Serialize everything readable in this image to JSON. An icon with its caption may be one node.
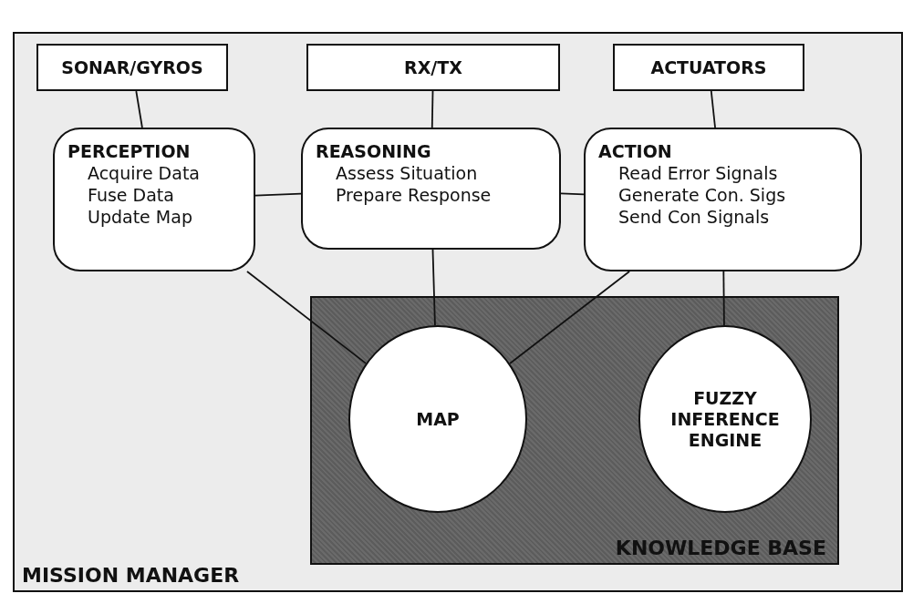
{
  "diagram": {
    "nodes": [
      {
        "text": [
          "MISSION MANAGER"
        ]
      },
      {
        "text": [
          "SONAR/GYROS"
        ],
        "in": 0
      },
      {
        "text": [
          "RX/TX"
        ],
        "in": 0
      },
      {
        "text": [
          "ACTUATORS"
        ],
        "in": 0
      },
      {
        "text": [
          "PERCEPTION",
          "Acquire Data",
          "Fuse Data",
          "Update Map"
        ],
        "in": 0
      },
      {
        "text": [
          "REASONING",
          "Assess Situation",
          "Prepare Response"
        ],
        "in": 0
      },
      {
        "text": [
          "ACTION",
          "Read Error Signals",
          "Generate Con. Sigs",
          "Send Con Signals"
        ],
        "in": 0
      },
      {
        "text": [
          "KNOWLEDGE BASE"
        ],
        "in": 0
      },
      {
        "text": [
          "MAP"
        ],
        "in": 7
      },
      {
        "text": [
          "FUZZY INFERENCE ENGINE"
        ],
        "in": 7
      }
    ],
    "edges": [
      {
        "from": 1,
        "to": 4,
        "arrow": "none"
      },
      {
        "from": 2,
        "to": 5,
        "arrow": "none"
      },
      {
        "from": 3,
        "to": 6,
        "arrow": "none"
      },
      {
        "from": 4,
        "to": 5,
        "arrow": "none"
      },
      {
        "from": 5,
        "to": 6,
        "arrow": "none"
      },
      {
        "from": 4,
        "to": 8,
        "arrow": "none"
      },
      {
        "from": 5,
        "to": 8,
        "arrow": "none"
      },
      {
        "from": 6,
        "to": 8,
        "arrow": "none"
      },
      {
        "from": 6,
        "to": 9,
        "arrow": "none"
      }
    ]
  }
}
